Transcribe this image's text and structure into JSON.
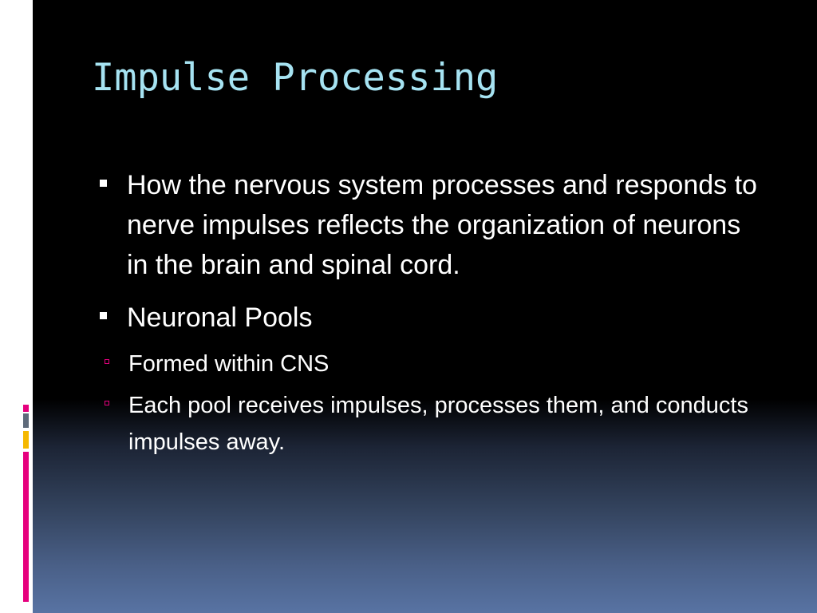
{
  "slide": {
    "title": "Impulse Processing",
    "bullets": [
      {
        "text": "How the nervous system processes and responds to nerve impulses reflects the organization of neurons in the brain and spinal cord."
      },
      {
        "text": "Neuronal Pools",
        "subbullets": [
          "Formed within CNS",
          "Each pool receives impulses, processes them, and conducts impulses away."
        ]
      }
    ]
  },
  "colors": {
    "title": "#a6e3f2",
    "body_text": "#ffffff",
    "accent_pink": "#e6007e",
    "accent_yellow": "#f5b800",
    "accent_gray": "#5e6a7a",
    "background_top": "#000000",
    "background_bottom": "#5873a3"
  },
  "icons": {
    "level1_bullet": "filled-square-bullet-icon",
    "level2_bullet": "hollow-square-bullet-icon"
  }
}
